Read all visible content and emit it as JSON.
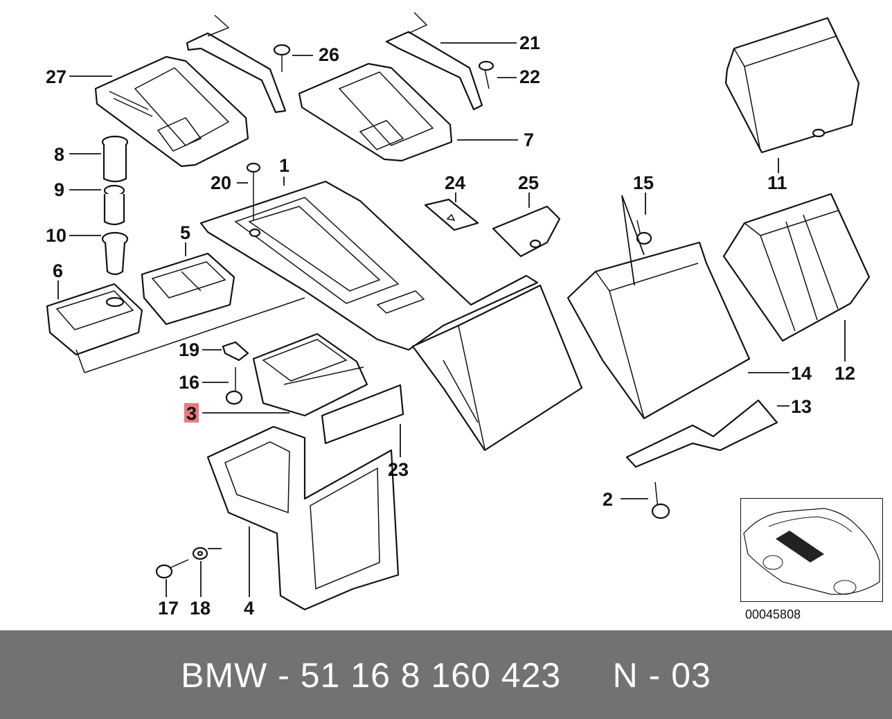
{
  "diagram": {
    "callouts": [
      "1",
      "2",
      "3",
      "4",
      "5",
      "6",
      "7",
      "8",
      "9",
      "10",
      "11",
      "12",
      "13",
      "14",
      "15",
      "16",
      "17",
      "18",
      "19",
      "20",
      "21",
      "22",
      "23",
      "24",
      "25",
      "26",
      "27"
    ],
    "highlighted_callout": "3",
    "highlight_color": "#e77a7e",
    "reference_code": "00045808"
  },
  "footer": {
    "text": "BMW - 51 16 8 160 423     N - 03",
    "background": "#727272",
    "text_color": "#ffffff"
  }
}
